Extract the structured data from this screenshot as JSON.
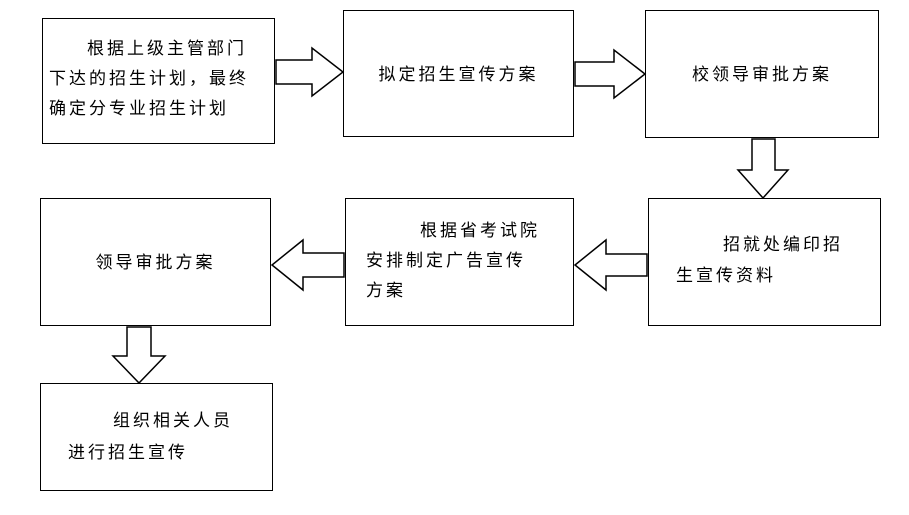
{
  "diagram": {
    "nodes": {
      "plan_basis": {
        "lines": [
          "根据上级主管部门",
          "下达的招生计划，最终",
          "确定分专业招生计划"
        ]
      },
      "draft_plan": {
        "lines": [
          "拟定招生宣传方案"
        ]
      },
      "school_approval": {
        "lines": [
          "校领导审批方案"
        ]
      },
      "print_materials": {
        "lines": [
          "招就处编印招",
          "生宣传资料"
        ]
      },
      "ad_plan": {
        "lines": [
          "根据省考试院",
          "安排制定广告宣传",
          "方案"
        ]
      },
      "leader_approval": {
        "lines": [
          "领导审批方案"
        ]
      },
      "organize_staff": {
        "lines": [
          "组织相关人员",
          "进行招生宣传"
        ]
      }
    },
    "edges": [
      {
        "from": "plan_basis",
        "to": "draft_plan"
      },
      {
        "from": "draft_plan",
        "to": "school_approval"
      },
      {
        "from": "school_approval",
        "to": "print_materials"
      },
      {
        "from": "print_materials",
        "to": "ad_plan"
      },
      {
        "from": "ad_plan",
        "to": "leader_approval"
      },
      {
        "from": "leader_approval",
        "to": "organize_staff"
      }
    ]
  }
}
